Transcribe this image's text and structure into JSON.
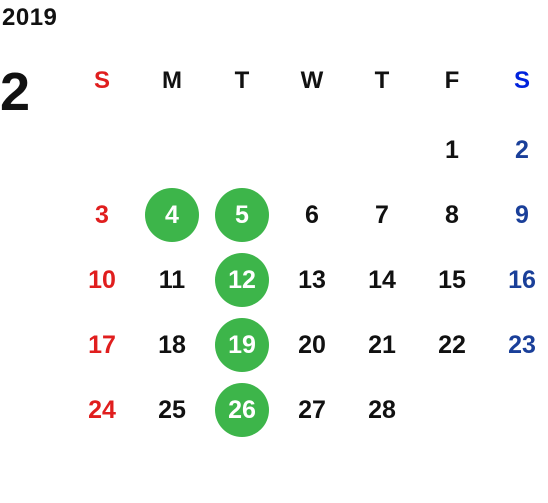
{
  "year": "2019",
  "month": "2",
  "colors": {
    "sunday": "#e01e1e",
    "saturday": "#1a3f99",
    "saturday_header": "#0022dd",
    "weekday": "#111111",
    "highlight": "#3db54a",
    "highlight_text": "#ffffff"
  },
  "weekdays": [
    "S",
    "M",
    "T",
    "W",
    "T",
    "F",
    "S"
  ],
  "weeks": [
    [
      "",
      "",
      "",
      "",
      "",
      "1",
      "2"
    ],
    [
      "3",
      "4",
      "5",
      "6",
      "7",
      "8",
      "9"
    ],
    [
      "10",
      "11",
      "12",
      "13",
      "14",
      "15",
      "16"
    ],
    [
      "17",
      "18",
      "19",
      "20",
      "21",
      "22",
      "23"
    ],
    [
      "24",
      "25",
      "26",
      "27",
      "28",
      "",
      ""
    ]
  ],
  "highlighted_days": [
    "4",
    "5",
    "12",
    "19",
    "26"
  ]
}
